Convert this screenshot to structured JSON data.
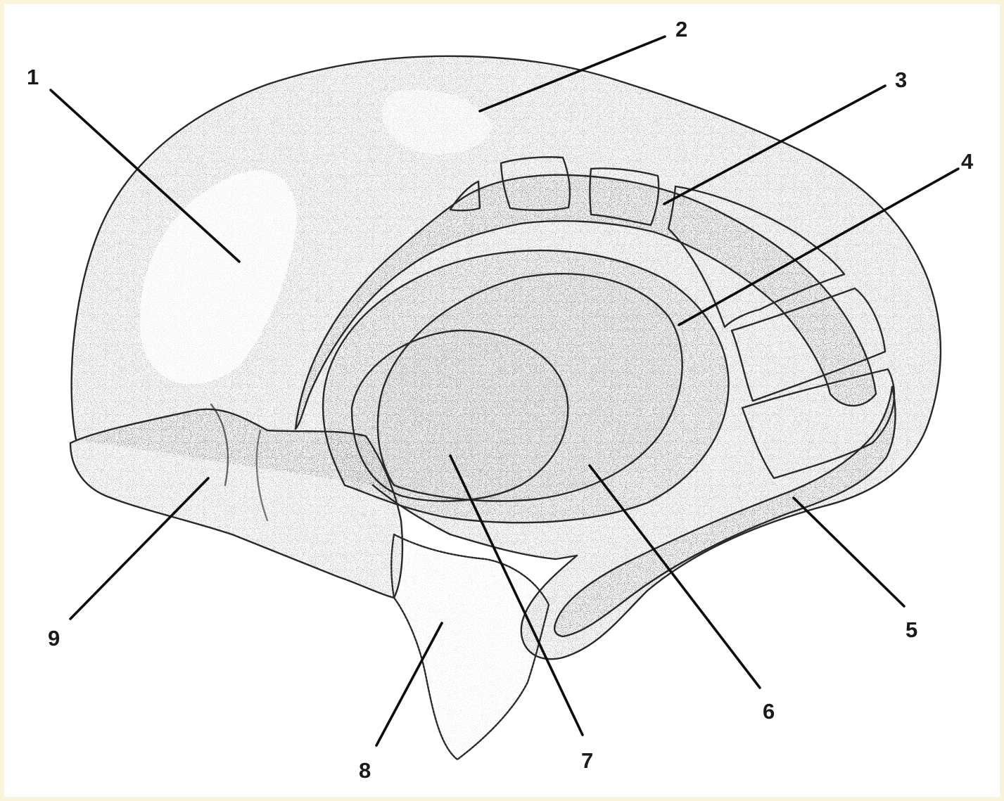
{
  "figure": {
    "labels": [
      {
        "id": "1",
        "text": "1"
      },
      {
        "id": "2",
        "text": "2"
      },
      {
        "id": "3",
        "text": "3"
      },
      {
        "id": "4",
        "text": "4"
      },
      {
        "id": "5",
        "text": "5"
      },
      {
        "id": "6",
        "text": "6"
      },
      {
        "id": "7",
        "text": "7"
      },
      {
        "id": "8",
        "text": "8"
      },
      {
        "id": "9",
        "text": "9"
      }
    ]
  },
  "colors": {
    "background_border": "#fbf3dc",
    "paper": "#ffffff",
    "ink": "#1a1a1a"
  }
}
